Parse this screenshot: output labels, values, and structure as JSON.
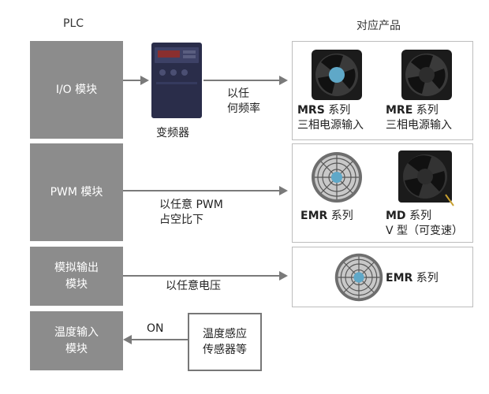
{
  "headers": {
    "plc": "PLC",
    "products": "对应产品"
  },
  "plc_blocks": [
    "I/O 模块",
    "PWM 模块",
    "模拟输出\n模块",
    "温度输入\n模块"
  ],
  "inverter": {
    "label": "变频器",
    "icon": "inverter-icon"
  },
  "connections": [
    "以任\n何频率",
    "以任意 PWM\n占空比下",
    "以任意电压",
    "ON"
  ],
  "sensor": "温度感应\n传感器等",
  "products": [
    {
      "series": "MRS",
      "suffix": " 系列",
      "sub": "三相电源输入",
      "icon": "fan-icon"
    },
    {
      "series": "MRE",
      "suffix": " 系列",
      "sub": "三相电源输入",
      "icon": "fan-icon"
    },
    {
      "series": "EMR",
      "suffix": " 系列",
      "sub": "",
      "icon": "fan-icon"
    },
    {
      "series": "MD",
      "suffix": " 系列",
      "sub": "V 型（可变速）",
      "icon": "fan-icon"
    },
    {
      "series": "EMR",
      "suffix": " 系列",
      "sub": "",
      "icon": "fan-icon"
    }
  ],
  "colors": {
    "block": "#8c8c8c",
    "arrow": "#7a7a7a",
    "inverter": "#2a2d4a"
  }
}
